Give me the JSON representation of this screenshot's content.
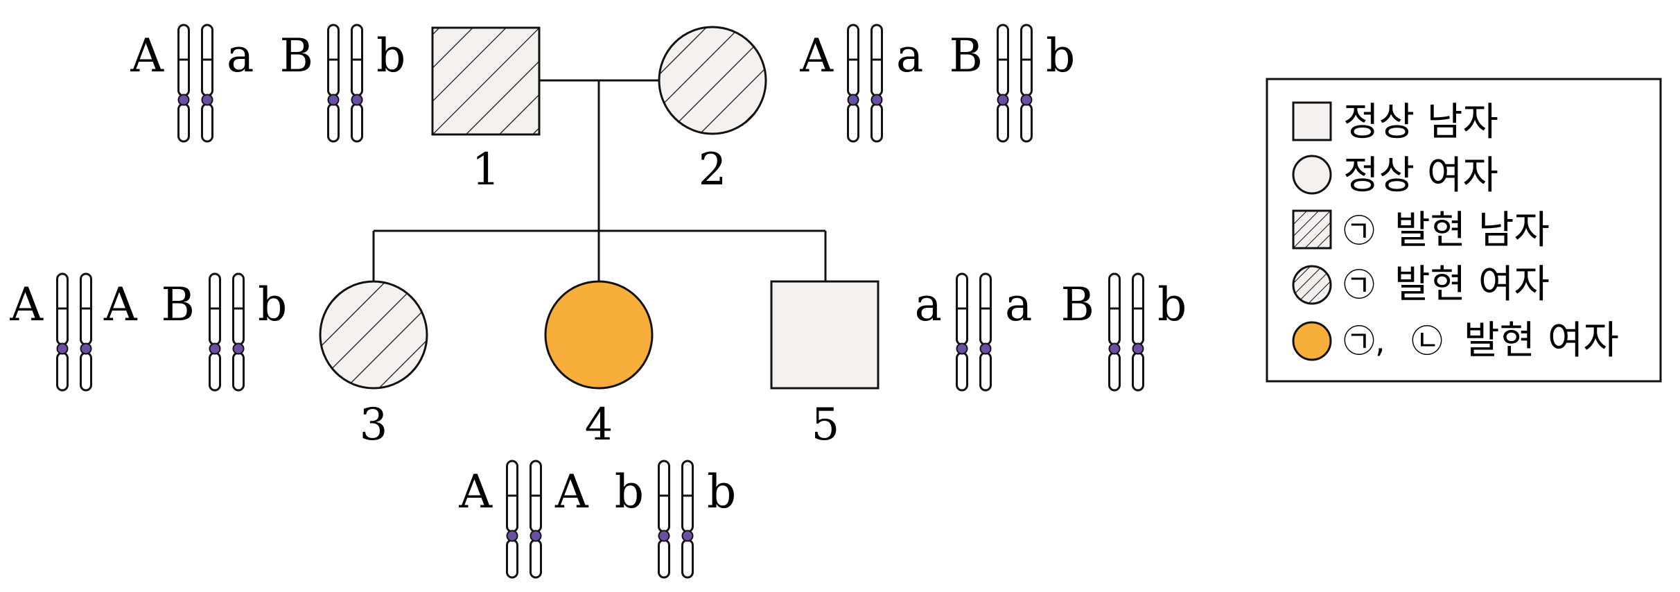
{
  "colors": {
    "normal_fill": "#f4f1ee",
    "disease_both": "#f8ae3b",
    "centromere": "#6a4fa3",
    "line": "#111111"
  },
  "individuals": [
    {
      "id": "1",
      "sex": "male",
      "phenotype": "trait-a",
      "genes": [
        "A",
        "a",
        "B",
        "b"
      ]
    },
    {
      "id": "2",
      "sex": "female",
      "phenotype": "trait-a",
      "genes": [
        "A",
        "a",
        "B",
        "b"
      ]
    },
    {
      "id": "3",
      "sex": "female",
      "phenotype": "trait-a",
      "genes": [
        "A",
        "A",
        "B",
        "b"
      ]
    },
    {
      "id": "4",
      "sex": "female",
      "phenotype": "trait-a-and-b",
      "genes": [
        "A",
        "A",
        "b",
        "b"
      ]
    },
    {
      "id": "5",
      "sex": "male",
      "phenotype": "normal",
      "genes": [
        "a",
        "a",
        "B",
        "b"
      ]
    }
  ],
  "legend": {
    "items": [
      {
        "text": "정상 남자"
      },
      {
        "text": "정상 여자"
      },
      {
        "symbol": "㉠",
        "text": "발현 남자"
      },
      {
        "symbol": "㉠",
        "text": "발현 여자"
      },
      {
        "symbol": "㉠,",
        "symbol2": "㉡",
        "text": "발현 여자"
      }
    ]
  }
}
